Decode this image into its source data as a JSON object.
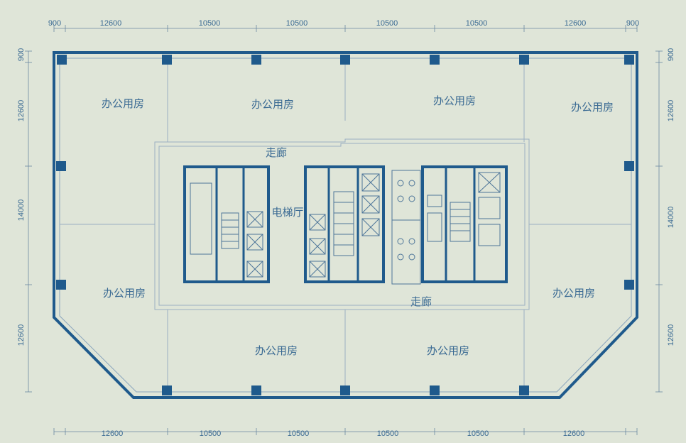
{
  "dimensions": {
    "top": [
      "900",
      "12600",
      "10500",
      "10500",
      "10500",
      "10500",
      "12600",
      "900"
    ],
    "bottom": [
      "12600",
      "10500",
      "10500",
      "10500",
      "10500",
      "12600"
    ],
    "left": [
      "900",
      "12600",
      "14000",
      "12600"
    ],
    "right": [
      "900",
      "12600",
      "14000",
      "12600"
    ]
  },
  "rooms": [
    {
      "label": "办公用房"
    },
    {
      "label": "办公用房"
    },
    {
      "label": "办公用房"
    },
    {
      "label": "办公用房"
    },
    {
      "label": "办公用房"
    },
    {
      "label": "办公用房"
    },
    {
      "label": "办公用房"
    },
    {
      "label": "办公用房"
    }
  ],
  "corridors": [
    {
      "label": "走廊"
    },
    {
      "label": "走廊"
    }
  ],
  "elevator_hall": {
    "label": "电梯厅"
  },
  "colors": {
    "background": "#dfe5d8",
    "wall": "#1f5a8c",
    "text": "#3a6a93"
  }
}
